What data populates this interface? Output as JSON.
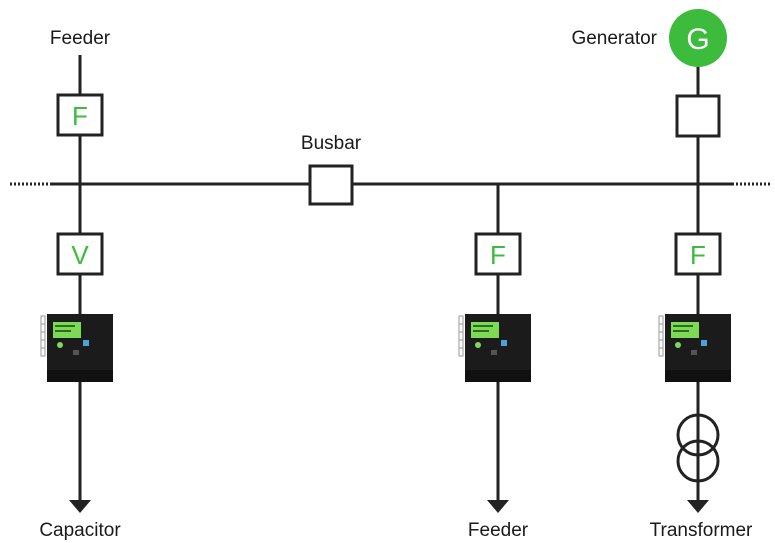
{
  "labels": {
    "top_left_feeder": "Feeder",
    "generator": "Generator",
    "busbar": "Busbar",
    "bottom_capacitor": "Capacitor",
    "bottom_feeder": "Feeder",
    "bottom_transformer": "Transformer"
  },
  "device_letters": {
    "left_upper": "F",
    "left_lower": "V",
    "middle": "F",
    "right": "F",
    "generator": "G"
  },
  "colors": {
    "accent_green": "#3dbb3d",
    "line": "#222222",
    "relay_body": "#1b1b1b",
    "relay_screen": "#7ed957",
    "relay_button_blue": "#4aa3d8"
  },
  "icons": [
    "generator-icon",
    "protection-relay-icon",
    "transformer-icon",
    "arrow-down-icon"
  ]
}
